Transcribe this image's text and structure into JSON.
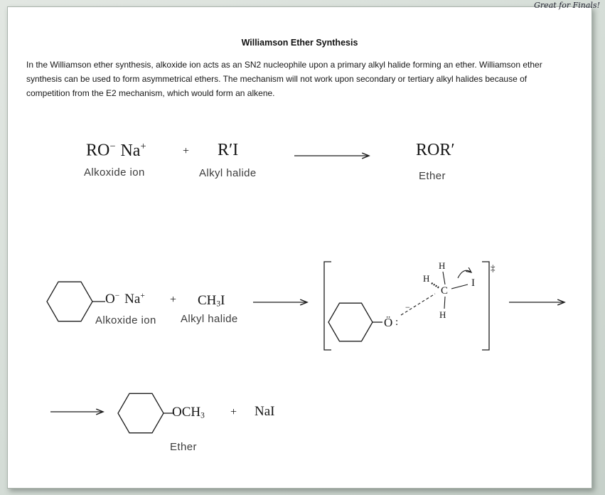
{
  "colors": {
    "background": "#d6ded8",
    "page": "#ffffff",
    "ink": "#1c1c1c",
    "label": "#3c3c3c"
  },
  "corner_note": "Great for Finals!",
  "document": {
    "title": "Williamson Ether Synthesis",
    "intro": "In the Williamson ether synthesis, alkoxide ion acts as an SN2 nucleophile upon a primary alkyl halide forming an ether. Williamson ether synthesis can be used to form asymmetrical ethers. The mechanism will not work upon secondary or tertiary alkyl halides because of competition from the E2 mechanism, which would form an alkene."
  },
  "general_reaction": {
    "alkoxide_base": "RO",
    "alkoxide_minus": "−",
    "alkoxide_cation": "Na",
    "alkoxide_plus": "+",
    "alkoxide_label": "Alkoxide ion",
    "plus_sign": "+",
    "alkyl_halide": "R′I",
    "alkyl_halide_label": "Alkyl halide",
    "product": "ROR′",
    "product_label": "Ether"
  },
  "mechanism": {
    "alkoxide_o": "O",
    "alkoxide_minus": "−",
    "alkoxide_cation": "Na",
    "alkoxide_plus": "+",
    "alkoxide_label": "Alkoxide ion",
    "plus_sign": "+",
    "ch": "CH",
    "sub3": "3",
    "iodide": "I",
    "halide_label": "Alkyl halide",
    "ts": {
      "oxygen": "Ö",
      "lone_pair": ":",
      "minus": "−",
      "h_top": "H",
      "h_left": "H",
      "h_bottom": "H",
      "carbon": "C",
      "iodine": "I",
      "dagger": "‡"
    }
  },
  "products": {
    "och": "OCH",
    "sub3": "3",
    "plus_sign": "+",
    "salt": "NaI",
    "ether_label": "Ether"
  }
}
